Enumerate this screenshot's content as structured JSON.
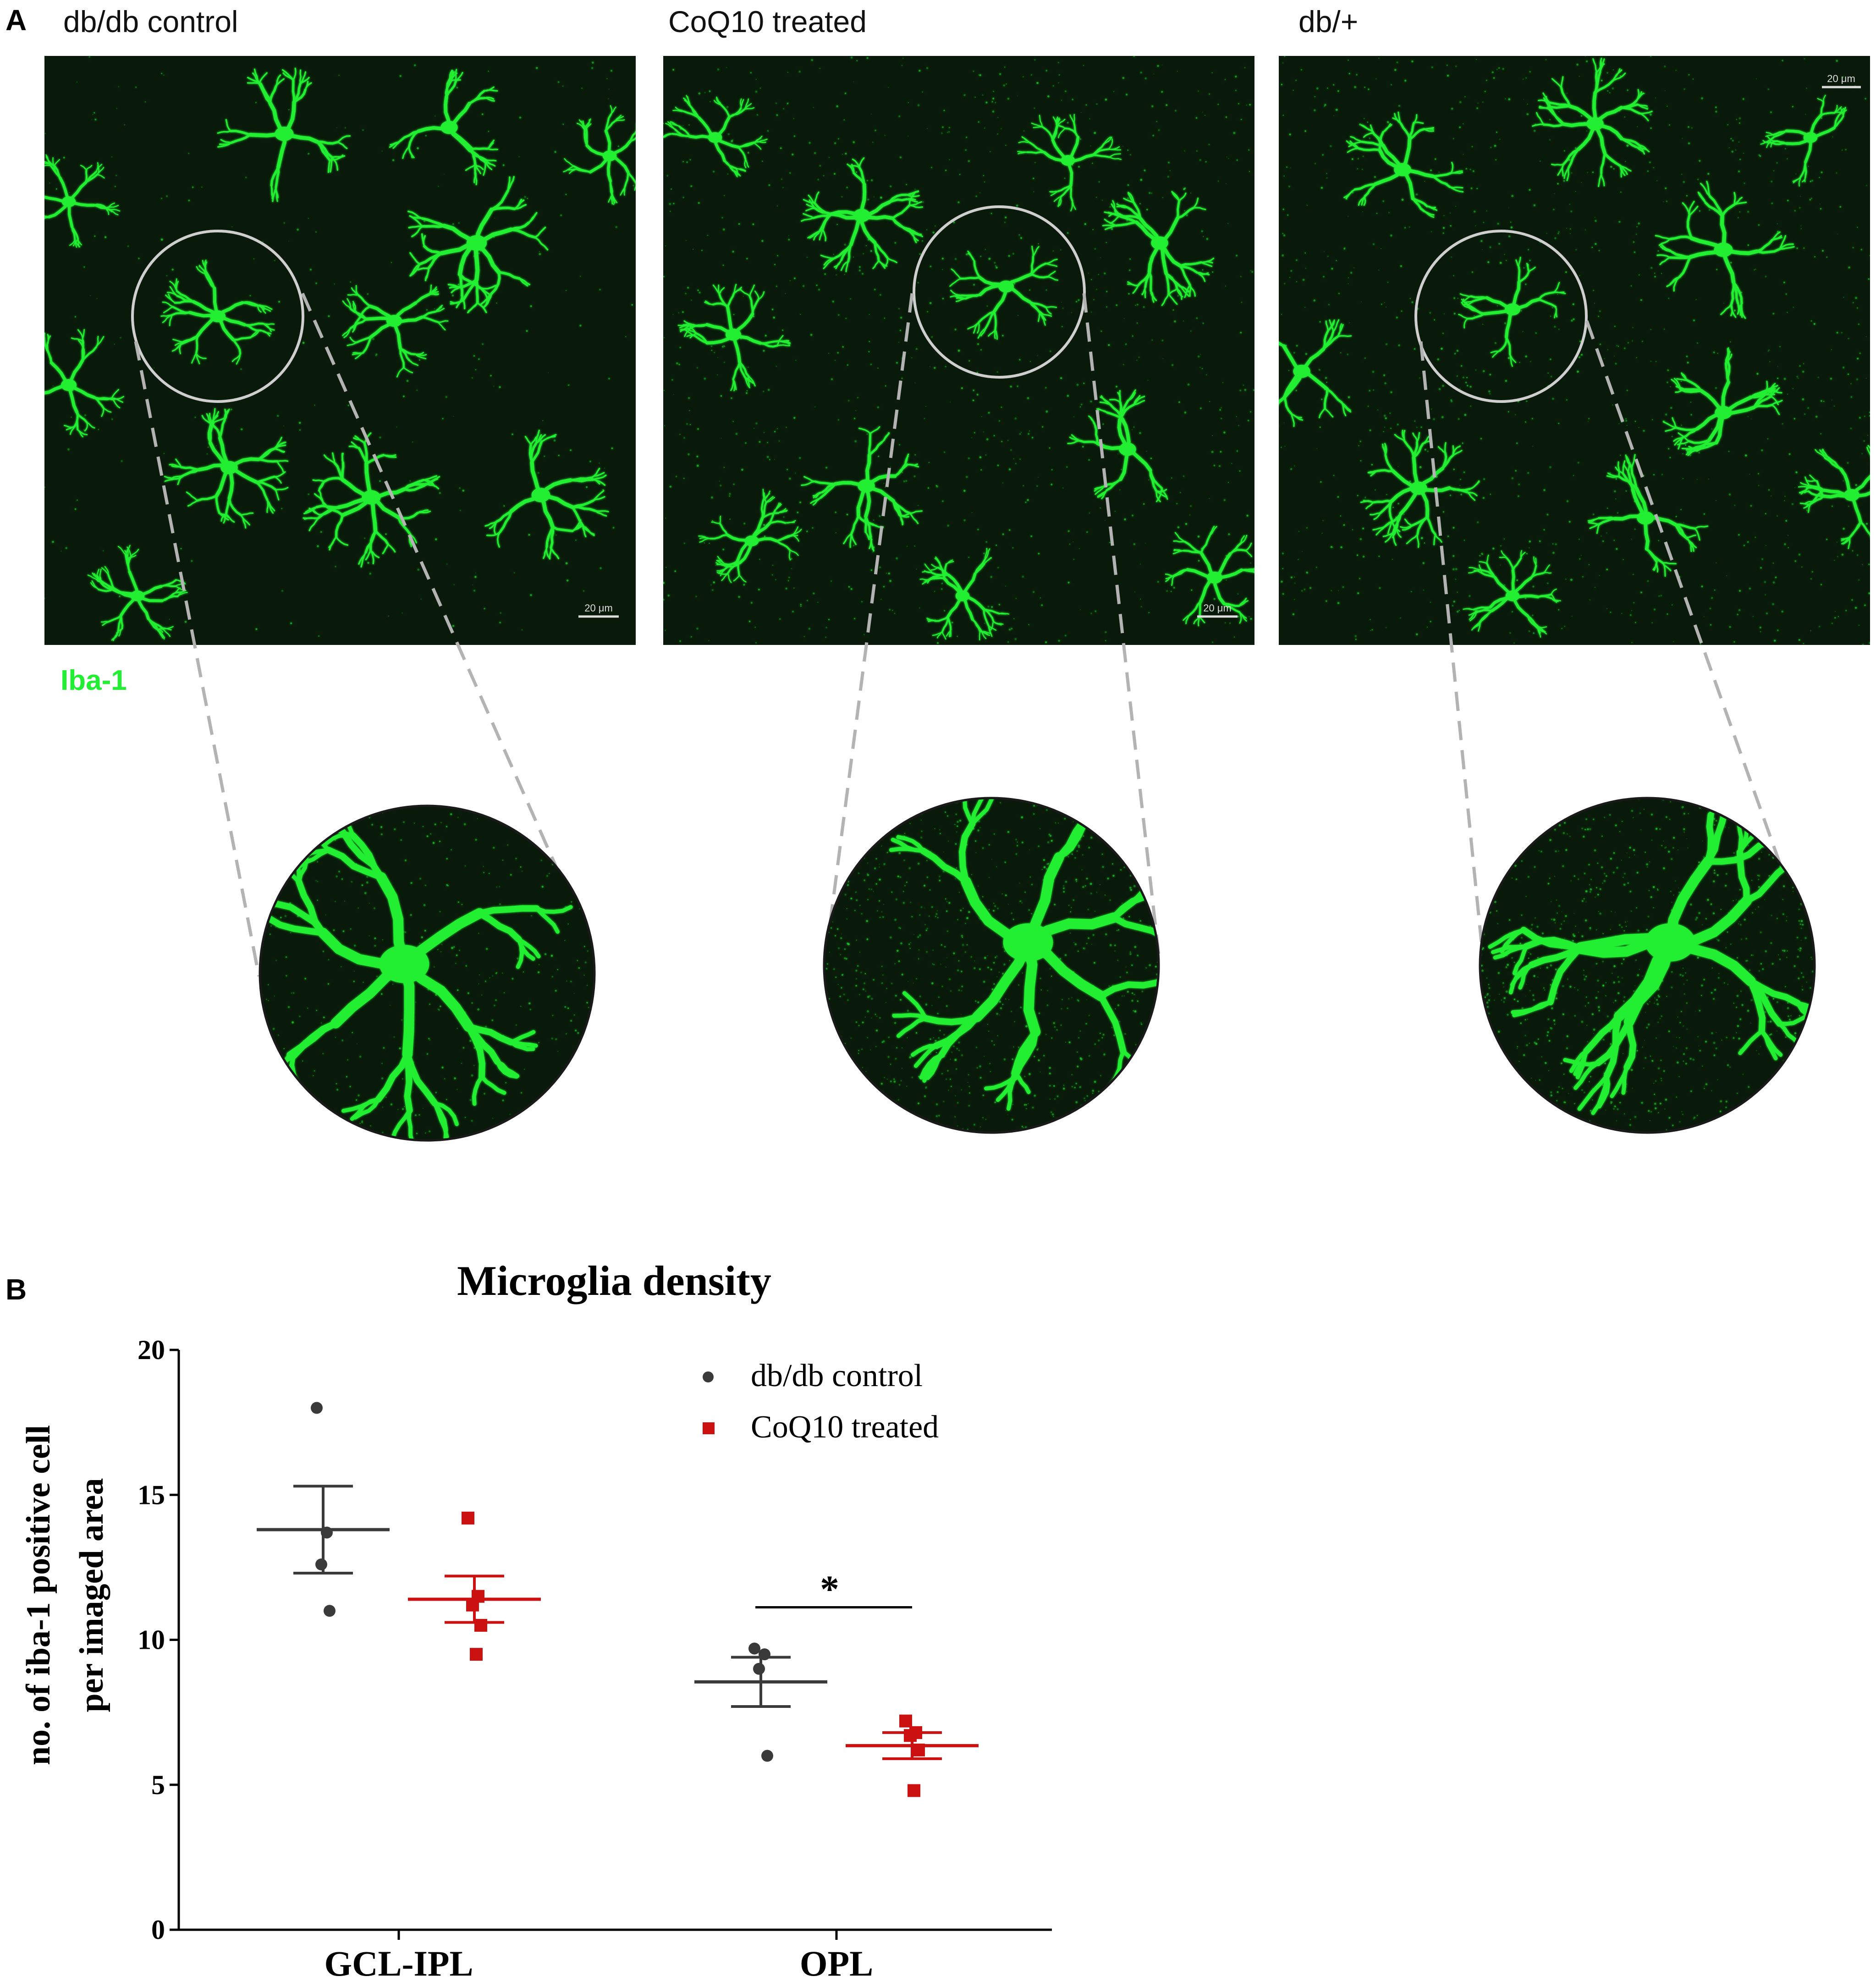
{
  "panel_a": {
    "label": "A",
    "stain_label": "Iba-1",
    "stain_color": "#22ee33",
    "panels": [
      {
        "title": "db/db control",
        "scale_bar": "20 μm"
      },
      {
        "title": "CoQ10 treated",
        "scale_bar": "20 μm"
      },
      {
        "title": "db/+",
        "scale_bar": "20 μm"
      }
    ]
  },
  "panel_b": {
    "label": "B"
  },
  "chart_data": {
    "type": "scatter",
    "title": "Microglia density",
    "ylabel_line1": "no. of iba-1 positive cell",
    "ylabel_line2": "per imaged area",
    "categories": [
      "GCL-IPL",
      "OPL"
    ],
    "ylim": [
      0,
      20
    ],
    "yticks": [
      0,
      5,
      10,
      15,
      20
    ],
    "legend_position": "top-right",
    "significance": {
      "between": "OPL",
      "label": "*"
    },
    "series": [
      {
        "name": "db/db control",
        "marker": "circle",
        "color": "#3a3a3a",
        "points": {
          "GCL-IPL": [
            18.0,
            13.7,
            12.6,
            11.0
          ],
          "OPL": [
            9.7,
            9.5,
            9.0,
            6.0
          ]
        },
        "mean": {
          "GCL-IPL": 13.8,
          "OPL": 8.55
        },
        "sem": {
          "GCL-IPL": 1.5,
          "OPL": 0.85
        }
      },
      {
        "name": "CoQ10 treated",
        "marker": "square",
        "color": "#cc1111",
        "points": {
          "GCL-IPL": [
            14.2,
            11.5,
            11.2,
            10.5,
            9.5
          ],
          "OPL": [
            7.2,
            6.8,
            6.7,
            6.2,
            4.8
          ]
        },
        "mean": {
          "GCL-IPL": 11.4,
          "OPL": 6.35
        },
        "sem": {
          "GCL-IPL": 0.8,
          "OPL": 0.45
        }
      }
    ]
  }
}
